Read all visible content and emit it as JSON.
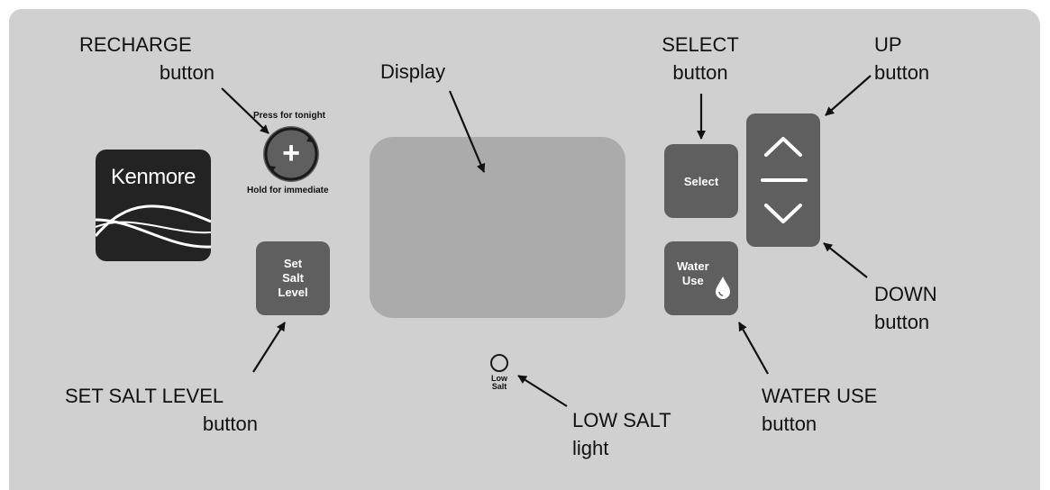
{
  "callouts": {
    "recharge": {
      "line1": "RECHARGE",
      "line2": "button"
    },
    "display": {
      "line1": "Display"
    },
    "select": {
      "line1": "SELECT",
      "line2": "button"
    },
    "up": {
      "line1": "UP",
      "line2": "button"
    },
    "down": {
      "line1": "DOWN",
      "line2": "button"
    },
    "set_salt_level": {
      "line1": "SET SALT LEVEL",
      "line2": "button"
    },
    "low_salt": {
      "line1": "LOW SALT",
      "line2": "light"
    },
    "water_use": {
      "line1": "WATER USE",
      "line2": "button"
    }
  },
  "panel": {
    "logo_text": "Kenmore",
    "recharge": {
      "symbol": "+",
      "top_label": "Press for tonight",
      "bottom_label": "Hold for immediate"
    },
    "set_salt_button": {
      "line1": "Set",
      "line2": "Salt",
      "line3": "Level"
    },
    "select_button": {
      "label": "Select"
    },
    "water_use_button": {
      "line1": "Water",
      "line2": "Use"
    },
    "low_salt_light": {
      "line1": "Low",
      "line2": "Salt"
    }
  },
  "colors": {
    "panel": "#d0d0d0",
    "button": "#5f5f5f",
    "display": "#ababab",
    "logo": "#232323"
  }
}
